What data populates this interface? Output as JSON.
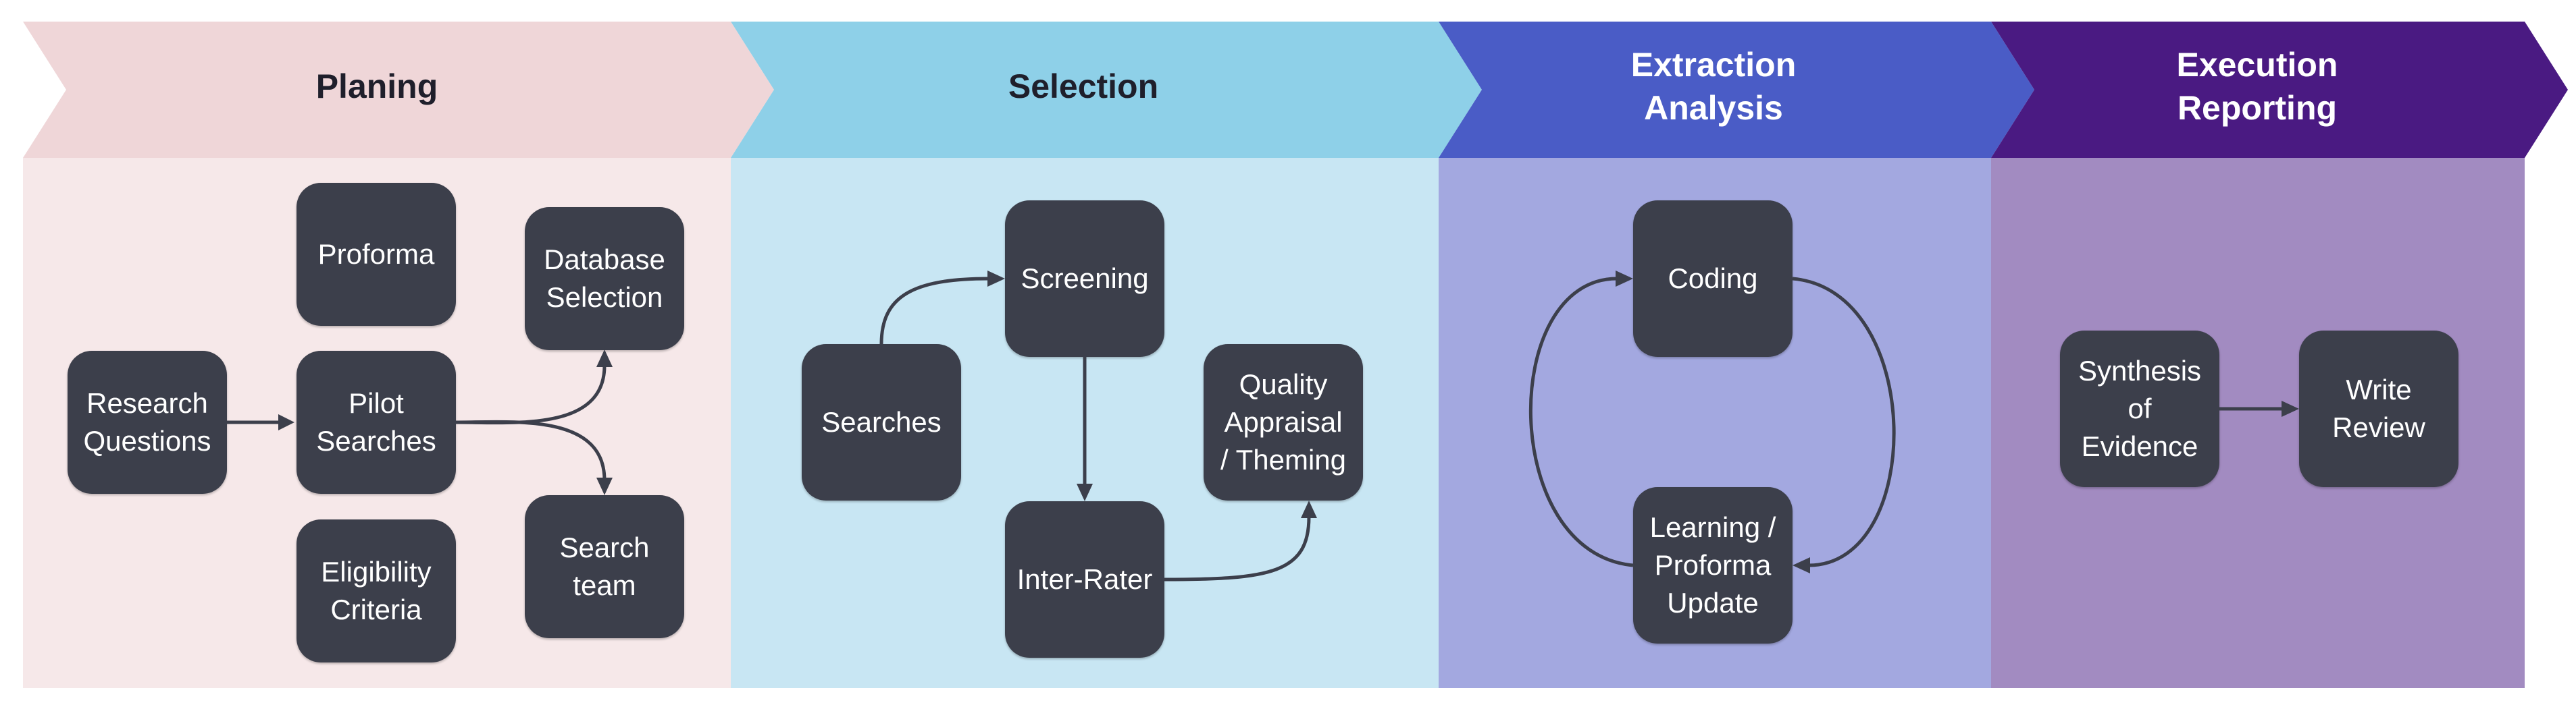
{
  "phases": [
    {
      "label": "Planing",
      "colors": {
        "header": "#efd6d8",
        "body": "#f6e8e9"
      }
    },
    {
      "label": "Selection",
      "colors": {
        "header": "#8ed0e8",
        "body": "#c8e6f3"
      }
    },
    {
      "label": "Extraction\nAnalysis",
      "colors": {
        "header": "#4a5cc6",
        "body": "#a3a8e0"
      }
    },
    {
      "label": "Execution\nReporting",
      "colors": {
        "header": "#4a1a82",
        "body": "#a28bc1"
      }
    }
  ],
  "nodes": {
    "research_questions": "Research\nQuestions",
    "proforma": "Proforma",
    "pilot_searches": "Pilot\nSearches",
    "eligibility_criteria": "Eligibility\nCriteria",
    "database_selection": "Database\nSelection",
    "search_team": "Search\nteam",
    "searches": "Searches",
    "screening": "Screening",
    "inter_rater": "Inter-Rater",
    "quality_appraisal": "Quality\nAppraisal\n/ Theming",
    "coding": "Coding",
    "learning_update": "Learning /\nProforma\nUpdate",
    "synthesis": "Synthesis\nof\nEvidence",
    "write_review": "Write\nReview"
  },
  "colors": {
    "node": "#3c3f4b",
    "arrow": "#3c3f4b"
  }
}
